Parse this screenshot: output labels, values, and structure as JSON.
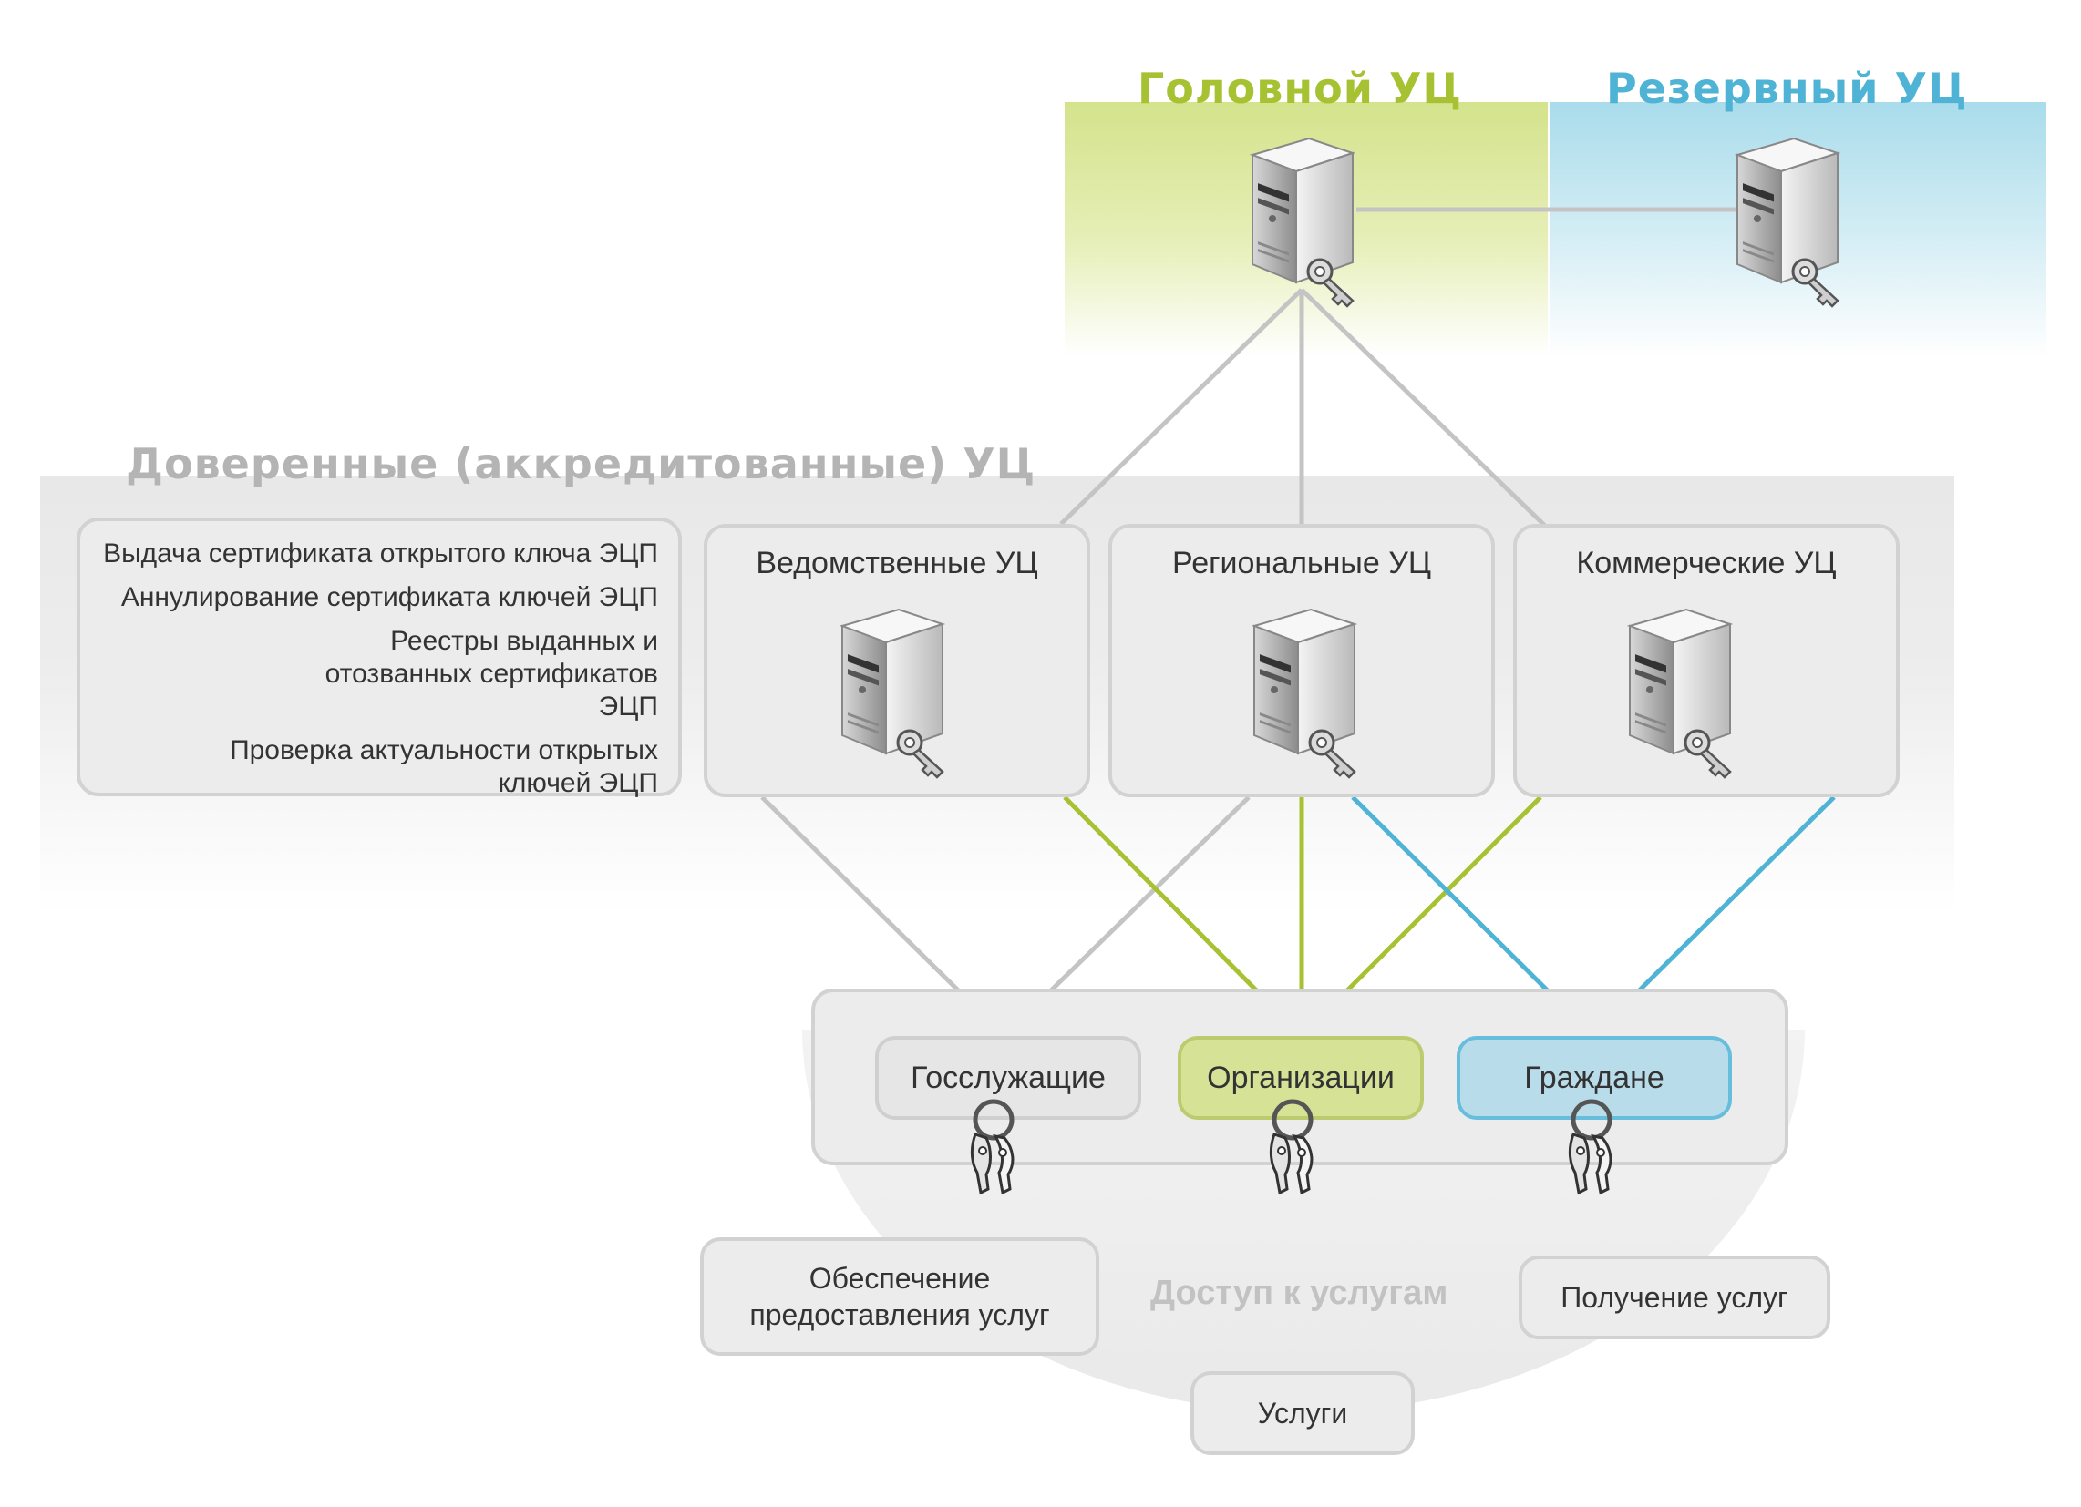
{
  "head_ca": {
    "title": "Головной УЦ"
  },
  "backup_ca": {
    "title": "Резервный УЦ"
  },
  "trusted": {
    "title": "Доверенные (аккредитованные) УЦ",
    "functions": [
      "Выдача сертификата открытого ключа ЭЦП",
      "Аннулирование сертификата ключей ЭЦП",
      "Реестры выданных и отозванных сертификатов ЭЦП",
      "Проверка актуальности открытых ключей ЭЦП"
    ],
    "ca_types": [
      "Ведомственные УЦ",
      "Региональные УЦ",
      "Коммерческие УЦ"
    ]
  },
  "users": [
    "Госслужащие",
    "Организации",
    "Граждане"
  ],
  "services": {
    "provide": "Обеспечение предоставления услуг",
    "access": "Доступ к услугам",
    "receive": "Получение услуг",
    "services": "Услуги"
  },
  "colors": {
    "green": "#a6c232",
    "blue": "#4fb3d6",
    "gray_line": "#c4c4c4"
  },
  "icons": [
    "server-icon",
    "key-icon",
    "keyring-icon"
  ]
}
